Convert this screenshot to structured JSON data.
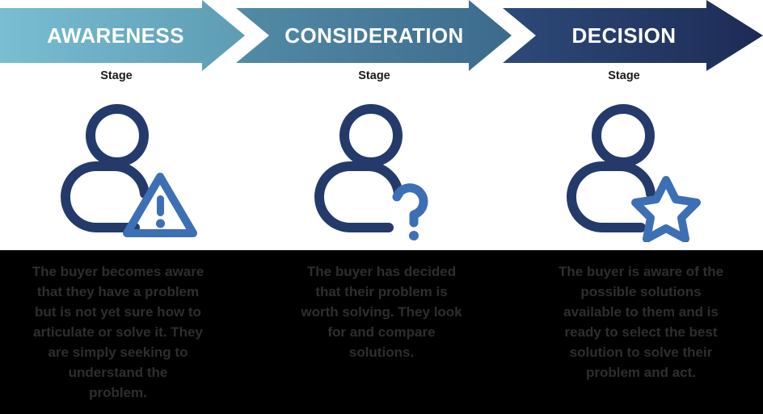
{
  "banner": {
    "stages": [
      {
        "name": "AWARENESS",
        "sublabel": "Stage",
        "color_start": "#79bed2",
        "color_end": "#5d9cb4"
      },
      {
        "name": "CONSIDERATION",
        "sublabel": "Stage",
        "color_start": "#528ba6",
        "color_end": "#3c6a8c"
      },
      {
        "name": "DECISION",
        "sublabel": "Stage",
        "color_start": "#2d4a79",
        "color_end": "#1d2b55"
      }
    ]
  },
  "icons": [
    {
      "person": "person-icon",
      "badge": "warning-triangle-icon",
      "person_color": "#243a6b",
      "badge_color": "#3d6fb5"
    },
    {
      "person": "person-icon",
      "badge": "question-mark-icon",
      "person_color": "#243a6b",
      "badge_color": "#3d6fb5"
    },
    {
      "person": "person-icon",
      "badge": "star-icon",
      "person_color": "#243a6b",
      "badge_color": "#3d6fb5"
    }
  ],
  "descriptions": {
    "text_color": "#2e2e2e",
    "background_color": "#000000",
    "columns": [
      "The buyer becomes aware\nthat they have a problem\nbut is not yet sure how to\narticulate or solve it. They\nare simply seeking to\nunderstand the\nproblem.",
      "The buyer has decided\nthat their problem is\nworth solving. They look\nfor and compare\nsolutions.",
      "The buyer is aware of the\npossible solutions\navailable to them and is\nready to select the best\nsolution to solve their\nproblem and act."
    ]
  }
}
